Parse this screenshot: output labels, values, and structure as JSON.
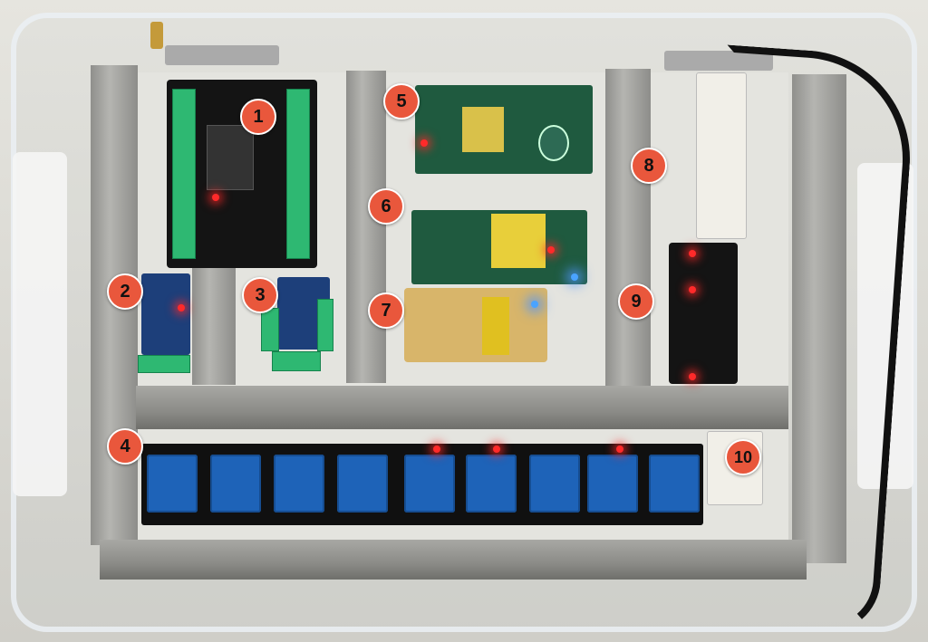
{
  "labels": [
    "1",
    "2",
    "3",
    "4",
    "5",
    "6",
    "7",
    "8",
    "9",
    "10"
  ],
  "colors": {
    "badge": "#e9573c",
    "duct": "#9a9a96",
    "relay": "#1e63b8",
    "pcb_green": "#1f5a3f"
  }
}
